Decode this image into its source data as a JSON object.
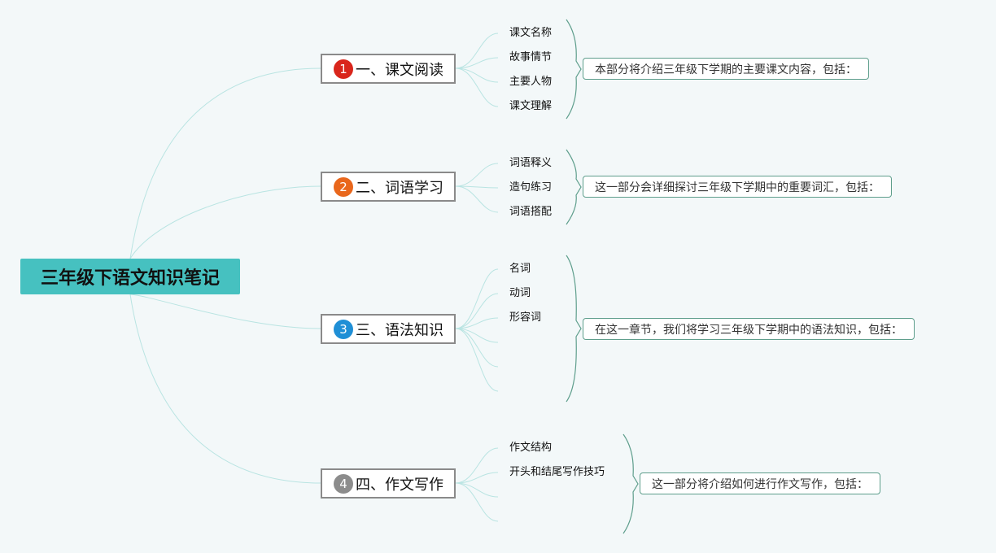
{
  "root": {
    "title": "三年级下语文知识笔记",
    "color": "#46c1c0"
  },
  "branches": [
    {
      "number": "1",
      "number_color": "#d9261c",
      "title": "一、课文阅读",
      "leaves": [
        "课文名称",
        "故事情节",
        "主要人物",
        "课文理解"
      ],
      "summary": "本部分将介绍三年级下学期的主要课文内容，包括："
    },
    {
      "number": "2",
      "number_color": "#e9671c",
      "title": "二、词语学习",
      "leaves": [
        "词语释义",
        "造句练习",
        "词语搭配"
      ],
      "summary": "这一部分会详细探讨三年级下学期中的重要词汇，包括："
    },
    {
      "number": "3",
      "number_color": "#1f8fd6",
      "title": "三、语法知识",
      "leaves": [
        "名词",
        "动词",
        "形容词",
        "",
        "",
        ""
      ],
      "summary": "在这一章节，我们将学习三年级下学期中的语法知识，包括："
    },
    {
      "number": "4",
      "number_color": "#8c8c8c",
      "title": "四、作文写作",
      "leaves": [
        "作文结构",
        "开头和结尾写作技巧",
        "",
        ""
      ],
      "summary": "这一部分将介绍如何进行作文写作，包括："
    }
  ],
  "colors": {
    "connector": "#b9e4e2",
    "brace": "#5e9e8c"
  }
}
